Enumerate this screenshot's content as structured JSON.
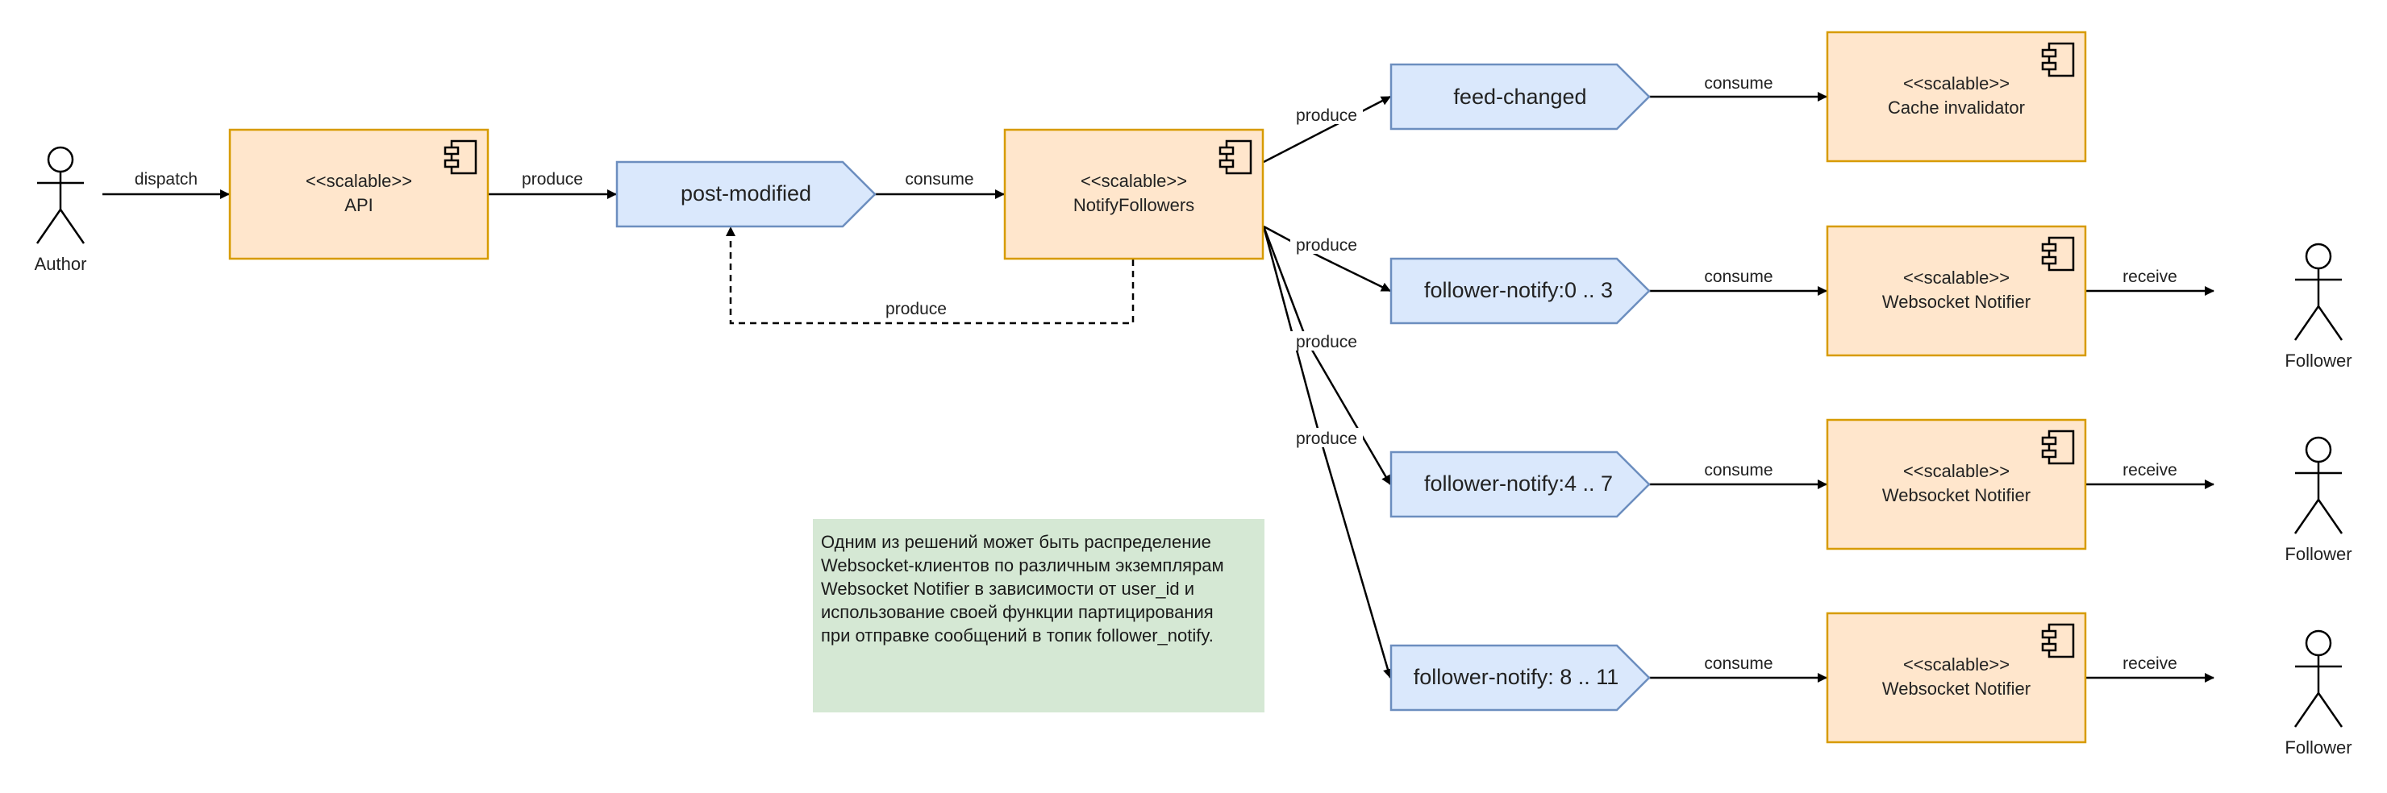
{
  "diagram": {
    "actors": {
      "author": "Author",
      "follower_1": "Follower",
      "follower_2": "Follower",
      "follower_3": "Follower"
    },
    "components": {
      "api": {
        "stereotype": "<<scalable>>",
        "name": "API"
      },
      "notify_followers": {
        "stereotype": "<<scalable>>",
        "name": "NotifyFollowers"
      },
      "cache_invalidator": {
        "stereotype": "<<scalable>>",
        "name": "Cache invalidator"
      },
      "ws_notifier_1": {
        "stereotype": "<<scalable>>",
        "name": "Websocket Notifier"
      },
      "ws_notifier_2": {
        "stereotype": "<<scalable>>",
        "name": "Websocket Notifier"
      },
      "ws_notifier_3": {
        "stereotype": "<<scalable>>",
        "name": "Websocket Notifier"
      }
    },
    "topics": {
      "post_modified": "post-modified",
      "feed_changed": "feed-changed",
      "follower_notify_0_3": "follower-notify:0 .. 3",
      "follower_notify_4_7": "follower-notify:4 .. 7",
      "follower_notify_8_11": "follower-notify: 8 .. 11"
    },
    "edge_labels": {
      "dispatch": "dispatch",
      "api_produce": "produce",
      "post_consume": "consume",
      "loop_produce": "produce",
      "feed_produce": "produce",
      "feed_consume": "consume",
      "fn03_produce": "produce",
      "fn03_consume": "consume",
      "fn47_produce": "produce",
      "fn47_consume": "consume",
      "fn811_produce": "produce",
      "fn811_consume": "consume",
      "receive_1": "receive",
      "receive_2": "receive",
      "receive_3": "receive"
    },
    "note": [
      "Одним из решений может быть распределение",
      "Websocket-клиентов по различным экземплярам",
      "Websocket Notifier в зависимости от user_id и",
      "использование своей функции партицирования",
      "при отправке сообщений в топик follower_notify."
    ],
    "colors": {
      "component_fill": "#ffe6cc",
      "component_stroke": "#d79b00",
      "topic_fill": "#dae8fc",
      "topic_stroke": "#6c8ebf",
      "note_fill": "#d5e8d4",
      "line": "#000000"
    }
  }
}
